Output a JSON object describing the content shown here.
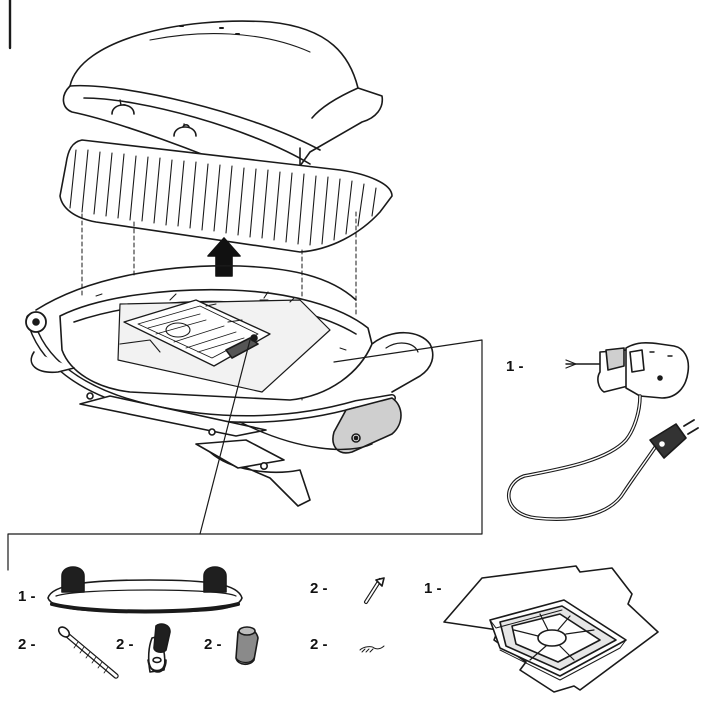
{
  "parts": {
    "electric_element": {
      "qty": "1 -",
      "icon": "electric-element-icon"
    },
    "handle": {
      "qty": "1 -",
      "icon": "handle-icon"
    },
    "bolts": {
      "qty": "2 -",
      "icon": "bolt-icon"
    },
    "spacers": {
      "qty": "2 -",
      "icon": "spacer-icon"
    },
    "caps": {
      "qty": "2 -",
      "icon": "cap-icon"
    },
    "pins": {
      "qty": "2 -",
      "icon": "pin-icon"
    },
    "clips": {
      "qty": "2 -",
      "icon": "clip-icon"
    },
    "drip_tray": {
      "qty": "1 -",
      "icon": "drip-tray-icon"
    }
  },
  "colors": {
    "line": "#1a1a1a",
    "fill": "#ffffff",
    "shade": "#d9d9d9",
    "dark": "#222222"
  }
}
